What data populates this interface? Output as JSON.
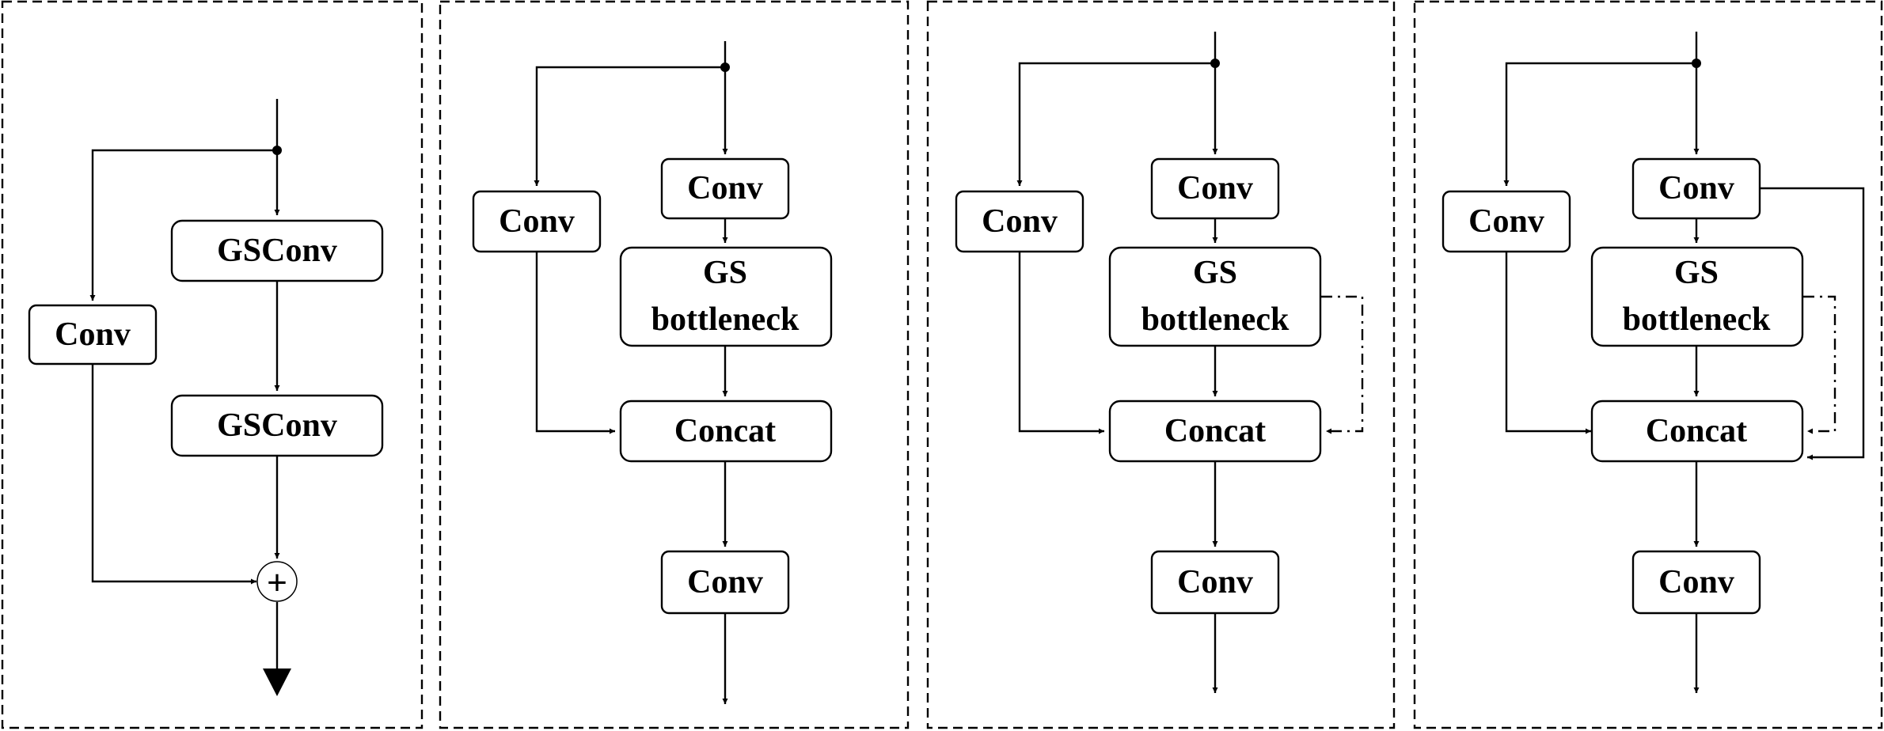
{
  "panels": [
    {
      "id": "gs-bottleneck",
      "blocks": {
        "gsconv_a": "GSConv",
        "gsconv_b": "GSConv",
        "conv_side": "Conv"
      },
      "add_symbol": "+"
    },
    {
      "id": "vov-gscsp-a",
      "blocks": {
        "conv_top": "Conv",
        "gs_line1": "GS",
        "gs_line2": "bottleneck",
        "conv_side": "Conv",
        "concat": "Concat",
        "conv_out": "Conv"
      }
    },
    {
      "id": "vov-gscsp-b",
      "blocks": {
        "conv_top": "Conv",
        "gs_line1": "GS",
        "gs_line2": "bottleneck",
        "conv_side": "Conv",
        "concat": "Concat",
        "conv_out": "Conv"
      }
    },
    {
      "id": "vov-gscsp-c",
      "blocks": {
        "conv_top": "Conv",
        "gs_line1": "GS",
        "gs_line2": "bottleneck",
        "conv_side": "Conv",
        "concat": "Concat",
        "conv_out": "Conv"
      }
    }
  ],
  "colors": {
    "stroke": "#000000",
    "background": "#ffffff"
  }
}
